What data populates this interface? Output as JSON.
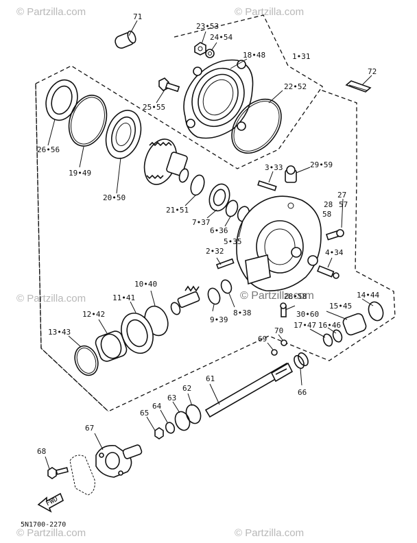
{
  "watermark": {
    "text": "© Partzilla.com",
    "center_text": "© Partzilla.com"
  },
  "diagram_code": "5N1700-2270",
  "fwd_label": "FWD",
  "callouts": {
    "c71": "71",
    "c23": "23•53",
    "c24": "24•54",
    "c18": "18•48",
    "c1": "1•31",
    "c72": "72",
    "c25": "25•55",
    "c22": "22•52",
    "c26": "26•56",
    "c19": "19•49",
    "c3": "3•33",
    "c29": "29•59",
    "c20": "20•50",
    "c27": "27",
    "c21": "21•51",
    "c28": "28",
    "c57": "57",
    "c58": "58",
    "c7": "7•37",
    "c6": "6•36",
    "c5": "5•35",
    "c2": "2•32",
    "c4": "4•34",
    "c10": "10•40",
    "c11": "11•41",
    "c28b": "28•58",
    "c14": "14•44",
    "c12": "12•42",
    "c15": "15•45",
    "c30": "30•60",
    "c9": "9•39",
    "c8": "8•38",
    "c17": "17•47",
    "c16": "16•46",
    "c13": "13•43",
    "c70": "70",
    "c69": "69",
    "c61": "61",
    "c66": "66",
    "c62": "62",
    "c63": "63",
    "c64": "64",
    "c65": "65",
    "c67": "67",
    "c68": "68"
  }
}
